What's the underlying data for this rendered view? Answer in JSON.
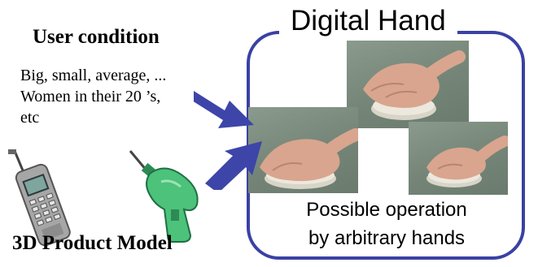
{
  "user_condition": {
    "heading": "User condition",
    "lines": [
      "Big, small, average, ...",
      "Women in their 20 ’s,",
      "etc"
    ]
  },
  "digital_hand": {
    "title": "Digital Hand",
    "caption_lines": [
      "Possible operation",
      "by arbitrary hands"
    ]
  },
  "product": {
    "label": "3D Product Model"
  },
  "colors": {
    "frame_border": "#3a41a4",
    "arrow_fill": "#3d45a8",
    "drill_green": "#4cc27a",
    "phone_gray": "#a6a6a6",
    "photo_background": "#7a8a7d",
    "hand_skin": "#d9a58e"
  },
  "icons": [
    "mobile-phone-icon",
    "power-drill-icon",
    "arrow-icon",
    "hand-mouse-photo"
  ]
}
